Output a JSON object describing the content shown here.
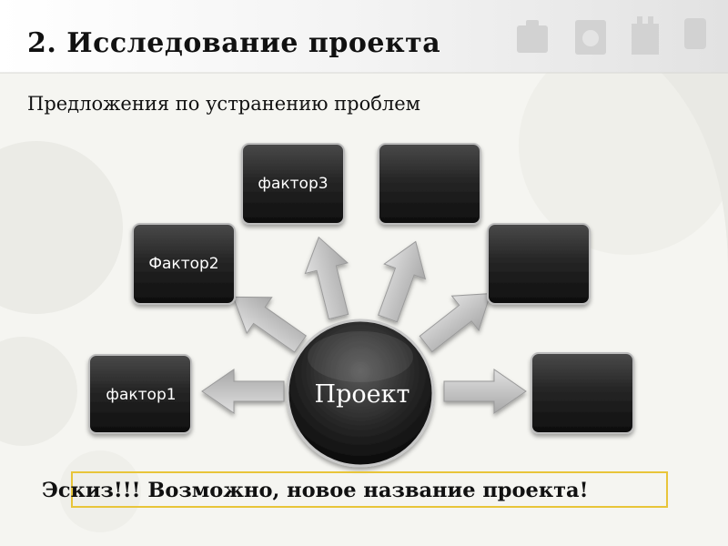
{
  "slide": {
    "title": "2. Исследование проекта",
    "subtitle": "Предложения по устранению проблем",
    "footer": "Эскиз!!! Возможно, новое название проекта!"
  },
  "diagram": {
    "center": "Проект",
    "boxes": [
      {
        "id": "factor1",
        "label": "фактор1"
      },
      {
        "id": "factor2",
        "label": "Фактор2"
      },
      {
        "id": "factor3",
        "label": "фактор3"
      },
      {
        "id": "empty-1",
        "label": ""
      },
      {
        "id": "empty-2",
        "label": ""
      },
      {
        "id": "empty-3",
        "label": ""
      }
    ]
  },
  "colors": {
    "box_fill": "#2a2a2a",
    "arrow_fill": "#c4c4c4",
    "highlight_border": "#e8c53a"
  }
}
